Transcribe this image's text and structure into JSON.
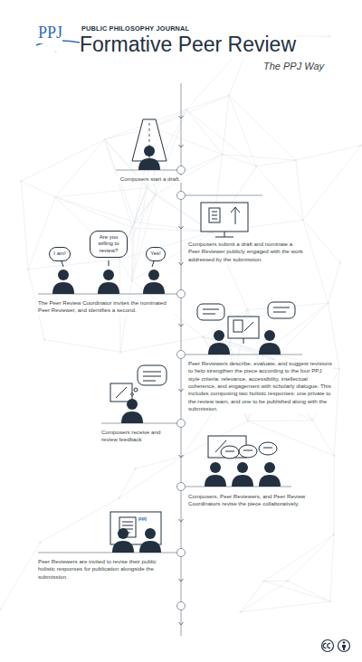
{
  "diagram": {
    "title": "Formative Peer Review",
    "nodes": [
      {
        "text": [
          "I am!"
        ]
      },
      {
        "text": [
          "Are you willing to review?"
        ]
      },
      {
        "text": [
          "Yes!"
        ]
      }
    ],
    "labels": [
      "PPJ",
      "PUBLIC PHILOSOPHY JOURNAL",
      "The PPJ Way",
      "Composers start a draft.",
      "Composers submit a draft and nominate a Peer Reviewer publicly engaged with the work addressed by the submission.",
      "The Peer Review Coordinator invites the nominated Peer Reviewer, and identifies a second.",
      "Peer Reviewers describe, evaluate, and suggest revisions to help strengthen the piece according to the four PPJ style criteria: relevance, accessibility, intellectual coherence, and engagement with scholarly dialogue. This includes composing two holistic responses: one private to the review team, and one to be published along with the submission.",
      "Composers receive and review feedback",
      "Composers, Peer Reviewers, and Peer Review Coordinators revise the piece collaboratively.",
      "Peer Reviewers are invited to revise their public holistic responses for publication alongside the submission.",
      "ppj"
    ]
  }
}
